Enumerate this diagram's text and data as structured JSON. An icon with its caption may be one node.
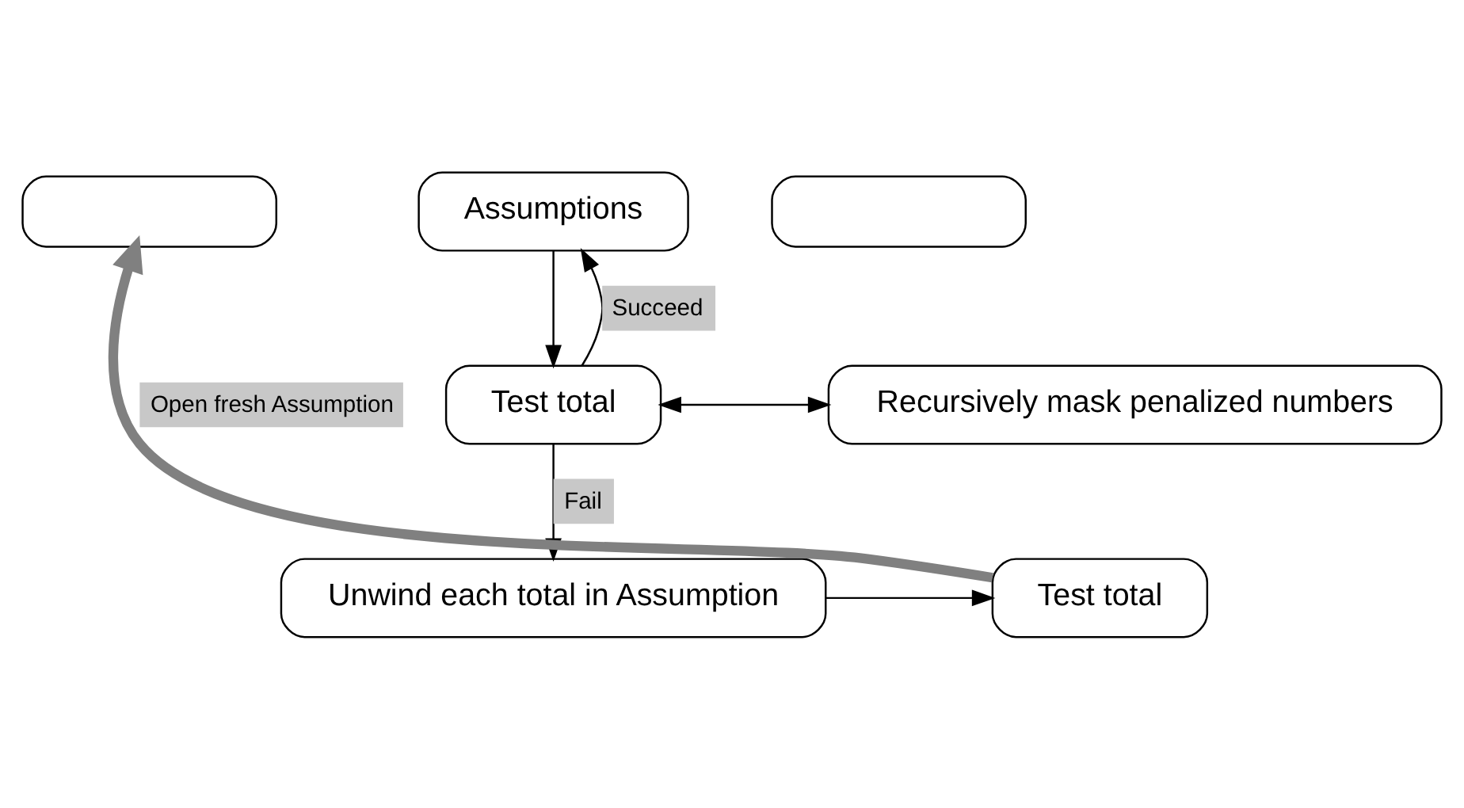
{
  "diagram": {
    "nodes": [
      {
        "text": [],
        "shape": "box"
      },
      {
        "text": [],
        "shape": "box"
      },
      {
        "text": [
          "Assumptions"
        ]
      },
      {
        "text": [
          "Test total"
        ]
      },
      {
        "text": [
          "Recursively mask penalized numbers"
        ]
      },
      {
        "text": [
          "Unwind each total in Assumption"
        ]
      },
      {
        "text": [
          "Test total"
        ]
      }
    ],
    "edges": [
      {
        "from": 2,
        "to": 3,
        "arrow": "to"
      },
      {
        "from": 3,
        "to": 2,
        "arrow": "to",
        "label": "Succeed"
      },
      {
        "from": 3,
        "to": 4,
        "arrow": "both"
      },
      {
        "from": 3,
        "to": 5,
        "arrow": "to",
        "label": "Fail"
      },
      {
        "from": 5,
        "to": 6,
        "arrow": "to"
      },
      {
        "from": 6,
        "to": 0,
        "arrow": "to",
        "label": "Open fresh Assumption",
        "style": "thick",
        "color": "#808080"
      }
    ]
  }
}
